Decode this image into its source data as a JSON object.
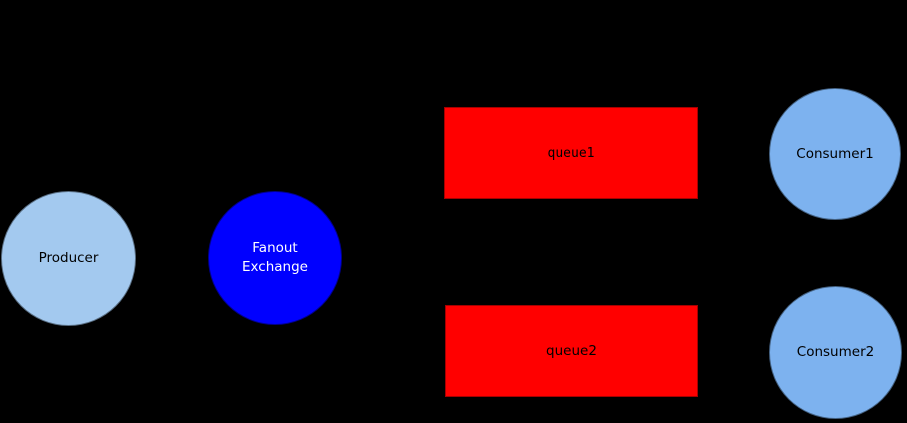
{
  "colors": {
    "background": "#000000",
    "producer_fill": "#A3C9EF",
    "exchange_fill": "#0000FF",
    "queue_fill": "#FF0000",
    "consumer_fill": "#7DB2EF",
    "label_dark": "#000000",
    "label_light": "#FFFFFF"
  },
  "nodes": {
    "producer": {
      "label": "Producer",
      "shape": "circle"
    },
    "exchange": {
      "label": "Fanout Exchange",
      "shape": "circle"
    },
    "queue1": {
      "label": "queue1",
      "shape": "rect"
    },
    "queue2": {
      "label": "queue2",
      "shape": "rect"
    },
    "consumer1": {
      "label": "Consumer1",
      "shape": "circle"
    },
    "consumer2": {
      "label": "Consumer2",
      "shape": "circle"
    }
  }
}
